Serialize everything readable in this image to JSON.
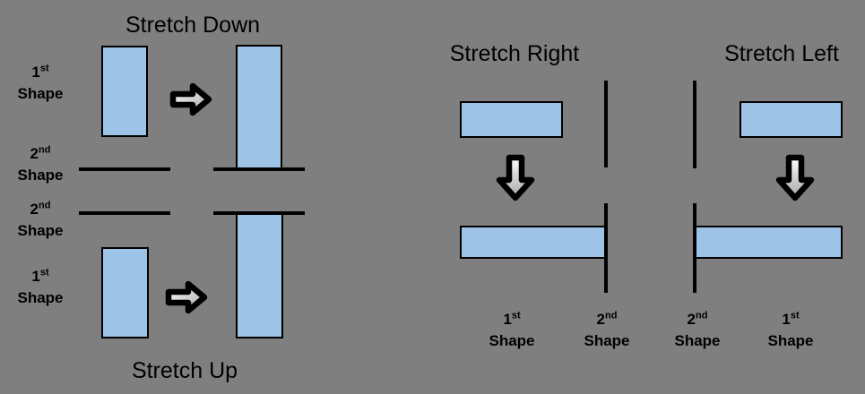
{
  "colors": {
    "background": "#7F7F7F",
    "shape_fill": "#9DC3E6",
    "shape_border": "#000000",
    "line_color": "#000000",
    "text_color": "#000000",
    "arrow_outline": "#000000",
    "arrow_fill_light": "#FFFFFF",
    "arrow_fill_dark": "#A6A6A6"
  },
  "diagrams": {
    "stretch_down": {
      "title": "Stretch Down",
      "first_label": {
        "num": "1",
        "sup": "st",
        "word": "Shape"
      },
      "second_label": {
        "num": "2",
        "sup": "nd",
        "word": "Shape"
      }
    },
    "stretch_up": {
      "title": "Stretch Up",
      "first_label": {
        "num": "2",
        "sup": "nd",
        "word": "Shape"
      },
      "second_label": {
        "num": "1",
        "sup": "st",
        "word": "Shape"
      }
    },
    "stretch_right": {
      "title": "Stretch Right",
      "first_label": {
        "num": "1",
        "sup": "st",
        "word": "Shape"
      },
      "second_label": {
        "num": "2",
        "sup": "nd",
        "word": "Shape"
      }
    },
    "stretch_left": {
      "title": "Stretch Left",
      "first_label": {
        "num": "2",
        "sup": "nd",
        "word": "Shape"
      },
      "second_label": {
        "num": "1",
        "sup": "st",
        "word": "Shape"
      }
    }
  }
}
